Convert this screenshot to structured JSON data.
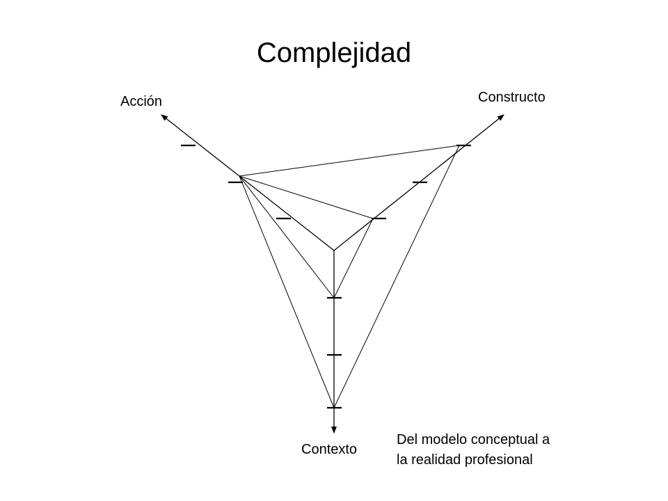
{
  "title": "Complejidad",
  "axes": {
    "accion": "Acción",
    "constructo": "Constructo",
    "contexto": "Contexto"
  },
  "caption": {
    "line1": "Del modelo conceptual a",
    "line2": "la realidad profesional"
  }
}
